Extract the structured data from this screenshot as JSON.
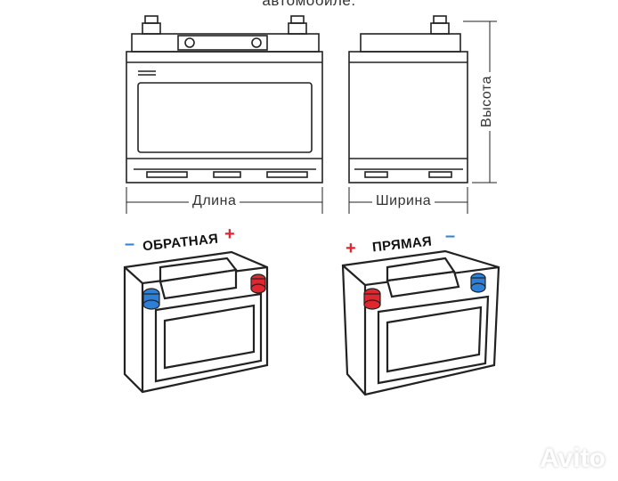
{
  "page": {
    "title_partial": "автомобиле."
  },
  "diagram": {
    "labels": {
      "length": "Длина",
      "width": "Ширина",
      "height": "Высота"
    },
    "polarity": {
      "reverse": {
        "label": "ОБРАТНАЯ",
        "left_sign": "–",
        "right_sign": "+"
      },
      "direct": {
        "label": "ПРЯМАЯ",
        "left_sign": "+",
        "right_sign": "–"
      }
    },
    "colors": {
      "positive": "#e0262f",
      "negative": "#2e7fd6",
      "line": "#222222"
    }
  },
  "watermark": {
    "text": "Avito"
  }
}
